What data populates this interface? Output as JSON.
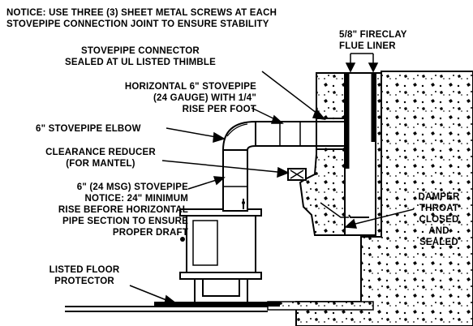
{
  "notice": {
    "line1": "NOTICE: USE THREE (3) SHEET METAL SCREWS AT EACH",
    "line2": "STOVEPIPE CONNECTION JOINT TO ENSURE STABILITY"
  },
  "labels": {
    "flue_liner": [
      "5/8\" FIRECLAY",
      "FLUE LINER"
    ],
    "connector": [
      "STOVEPIPE CONNECTOR",
      "SEALED AT UL LISTED THIMBLE"
    ],
    "horizontal": [
      "HORIZONTAL 6\" STOVEPIPE",
      "(24 GAUGE) WITH 1/4\"",
      "RISE PER FOOT"
    ],
    "elbow": [
      "6\" STOVEPIPE ELBOW"
    ],
    "reducer": [
      "CLEARANCE REDUCER",
      "(FOR MANTEL)"
    ],
    "stovepipe": [
      "6\" (24 MSG) STOVEPIPE",
      "NOTICE: 24\" MINIMUM",
      "RISE BEFORE HORIZONTAL",
      "PIPE SECTION TO ENSURE",
      "PROPER DRAFT"
    ],
    "damper": [
      "DAMPER",
      "THROAT",
      "CLOSED",
      "AND",
      "SEALED"
    ],
    "floor": [
      "LISTED FLOOR",
      "PROTECTOR"
    ]
  }
}
